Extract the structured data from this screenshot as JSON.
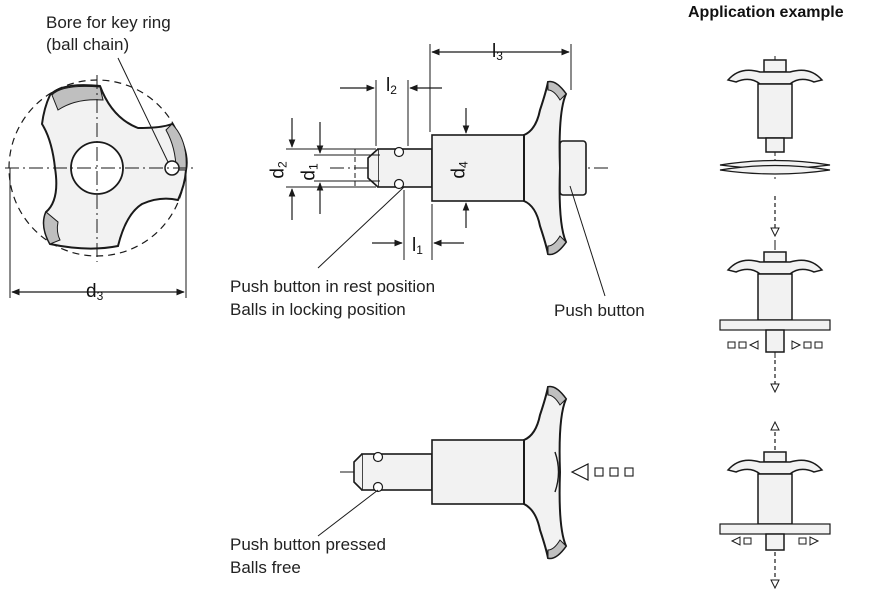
{
  "title": "Application example",
  "labels": {
    "bore_line1": "Bore for key ring",
    "bore_line2": "(ball chain)",
    "rest_line1": "Push button in rest position",
    "rest_line2": "Balls in locking position",
    "push_button": "Push button",
    "pressed_line1": "Push button pressed",
    "pressed_line2": "Balls free"
  },
  "dimensions": {
    "d3": {
      "sym": "d",
      "sub": "3"
    },
    "l3": {
      "sym": "l",
      "sub": "3"
    },
    "l2": {
      "sym": "l",
      "sub": "2"
    },
    "l1": {
      "sym": "l",
      "sub": "1"
    },
    "d2": {
      "sym": "d",
      "sub": "2"
    },
    "d1": {
      "sym": "d",
      "sub": "1"
    },
    "d4": {
      "sym": "d",
      "sub": "4"
    }
  },
  "colors": {
    "line": "#1a1a1a",
    "fill": "#f2f2f2",
    "shade": "#d9d9d9",
    "background": "#ffffff"
  }
}
